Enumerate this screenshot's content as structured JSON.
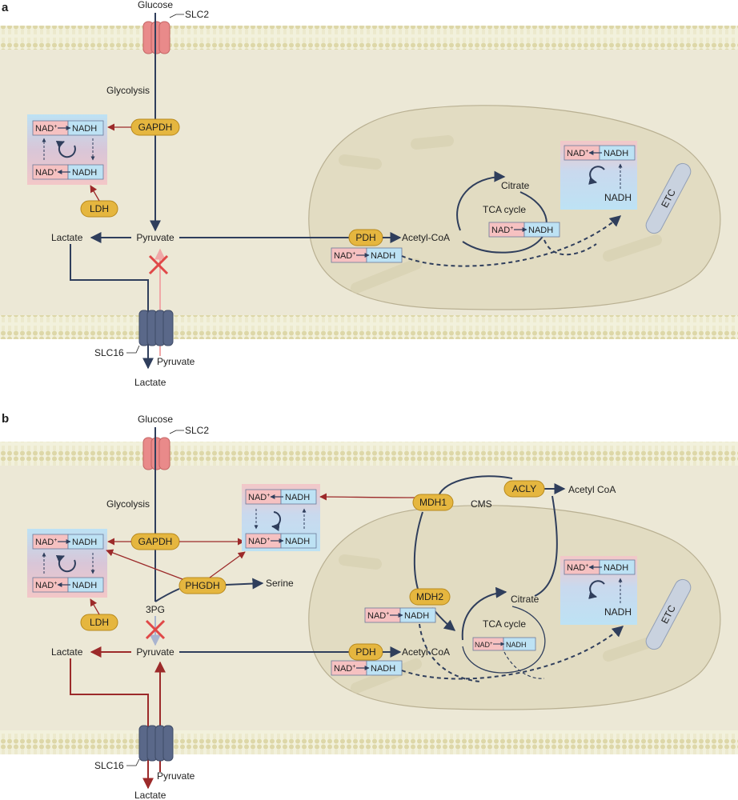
{
  "panels": [
    {
      "id": "a",
      "panel_label": "a",
      "labels": {
        "glucose": "Glucose",
        "slc2": "SLC2",
        "glycolysis": "Glycolysis",
        "lactate_left": "Lactate",
        "pyruvate": "Pyruvate",
        "slc16": "SLC16",
        "pyruvate_out": "Pyruvate",
        "lactate_out": "Lactate",
        "acetyl_coa": "Acetyl-CoA",
        "citrate": "Citrate",
        "tca_cycle": "TCA cycle",
        "nadh_mito": "NADH",
        "etc": "ETC"
      },
      "enzymes": {
        "gapdh": "GAPDH",
        "ldh": "LDH",
        "pdh": "PDH"
      }
    },
    {
      "id": "b",
      "panel_label": "b",
      "labels": {
        "glucose": "Glucose",
        "slc2": "SLC2",
        "glycolysis": "Glycolysis",
        "lactate_left": "Lactate",
        "pyruvate": "Pyruvate",
        "pg3": "3PG",
        "serine": "Serine",
        "slc16": "SLC16",
        "pyruvate_out": "Pyruvate",
        "lactate_out": "Lactate",
        "acetyl_coa": "Acetyl-CoA",
        "acetyl_coa_cyto": "Acetyl CoA",
        "cms": "CMS",
        "citrate": "Citrate",
        "tca_cycle": "TCA cycle",
        "nadh_mito": "NADH",
        "etc": "ETC"
      },
      "enzymes": {
        "gapdh": "GAPDH",
        "ldh": "LDH",
        "pdh": "PDH",
        "phgdh": "PHGDH",
        "mdh1": "MDH1",
        "mdh2": "MDH2",
        "acly": "ACLY"
      }
    }
  ],
  "nad_ox": "NAD",
  "nad_ox_sup": "+",
  "nad_red": "NADH",
  "colors": {
    "membrane": "#f2f1dc",
    "membrane_bead": "#ddd7a8",
    "cytosol": "#ece8d6",
    "mito_fill": "#e2dcc2",
    "mito_edge": "#b9b092",
    "enzyme": "#e5b63f",
    "enzyme_edge": "#b8891c",
    "transporter_pink": "#e98a8a",
    "transporter_blue": "#5a6889",
    "arrow": "#2f3e5c",
    "red_arrow": "#9c2a2a",
    "nad_pink": "#f6c1c1",
    "nad_blue": "#bde2f4",
    "inhibit": "#e04848"
  }
}
